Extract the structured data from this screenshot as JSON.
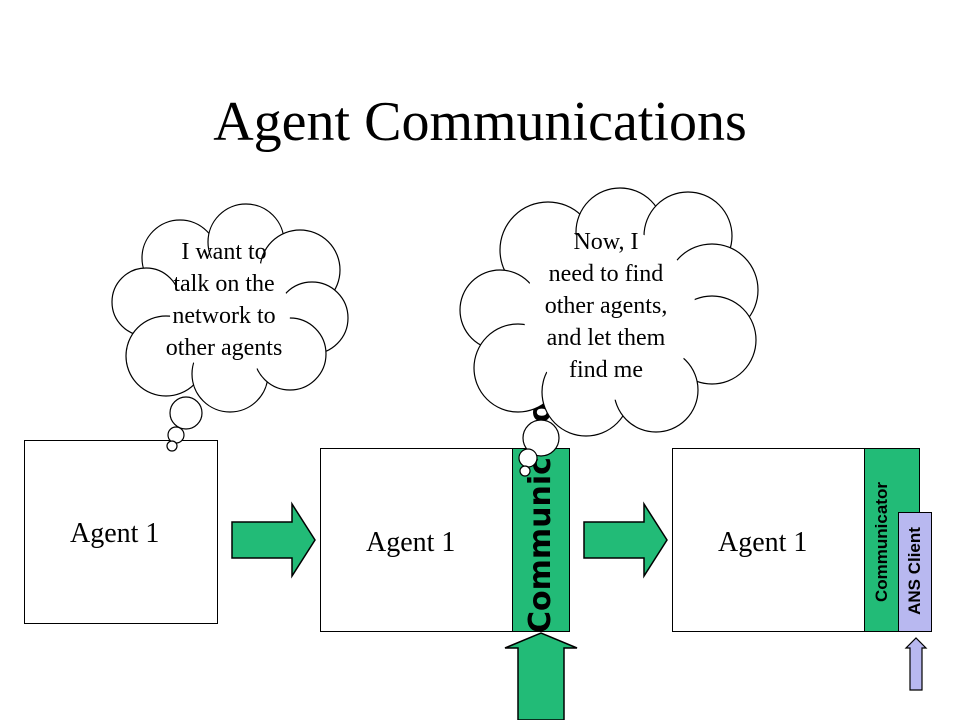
{
  "title": "Agent Communications",
  "stage1": {
    "agent_label": "Agent 1"
  },
  "stage2": {
    "agent_label": "Agent 1",
    "communicator_label": "Communicator"
  },
  "stage3": {
    "agent_label": "Agent 1",
    "communicator_label": "Communicator",
    "ans_label": "ANS Client"
  },
  "cloud1": {
    "lines": [
      "I want to",
      "talk on the",
      "network to",
      "other agents"
    ]
  },
  "cloud2": {
    "lines": [
      "Now, I",
      "need to find",
      "other agents,",
      "and let them",
      "find me"
    ]
  },
  "colors": {
    "communicator": "#22bb77",
    "ans_client": "#b8b8f0",
    "arrow": "#22bb77"
  }
}
